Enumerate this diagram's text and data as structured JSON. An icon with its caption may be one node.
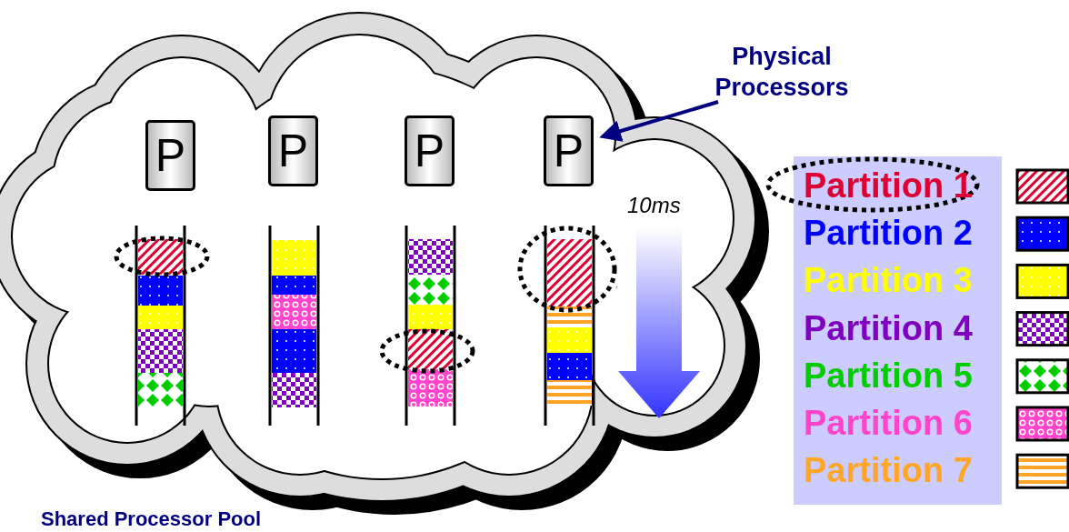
{
  "diagram": {
    "nodes": [
      {
        "text": [
          "Shared Processor Pool"
        ]
      },
      {
        "text": [
          "P"
        ],
        "in": 0
      },
      {
        "text": [
          "P"
        ],
        "in": 0
      },
      {
        "text": [
          "P"
        ],
        "in": 0
      },
      {
        "text": [
          "P"
        ],
        "in": 0
      },
      {
        "text": [
          "Physical Processors"
        ]
      }
    ],
    "edges": [
      {
        "from": 5,
        "to": 4,
        "arrow": "to"
      }
    ],
    "labels": [
      "10ms"
    ],
    "legend": [
      {
        "text": "Partition 1",
        "color": "#dd0033"
      },
      {
        "text": "Partition 2",
        "color": "#0000ff"
      },
      {
        "text": "Partition 3",
        "color": "#ffff00"
      },
      {
        "text": "Partition 4",
        "color": "#7f00bf"
      },
      {
        "text": "Partition 5",
        "color": "#00cc00"
      },
      {
        "text": "Partition 6",
        "color": "#ff44cc"
      },
      {
        "text": "Partition 7",
        "color": "#ffa629"
      }
    ]
  }
}
